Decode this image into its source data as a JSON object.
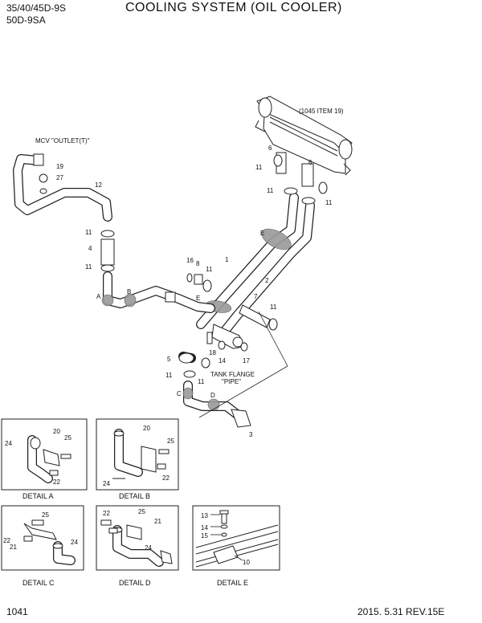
{
  "header": {
    "models": "35/40/45D-9S",
    "model2": "50D-9SA",
    "title": "COOLING SYSTEM (OIL COOLER)"
  },
  "footer": {
    "page": "1041",
    "revision": "2015. 5.31  REV.15E"
  },
  "notes": {
    "item19_ref": "(1045 ITEM 19)",
    "mcv": "MCV \"OUTLET(T)\"",
    "tank_flange": "TANK FLANGE",
    "pipe": "\"PIPE\""
  },
  "callouts": {
    "n1": "1",
    "n2": "2",
    "n3": "3",
    "n4": "4",
    "n5": "5",
    "n6": "6",
    "n7": "7",
    "n8": "8",
    "n10": "10",
    "n11": "11",
    "n12": "12",
    "n13": "13",
    "n14": "14",
    "n15": "15",
    "n16": "16",
    "n17": "17",
    "n18": "18",
    "n19": "19",
    "n20": "20",
    "n21": "21",
    "n22": "22",
    "n24": "24",
    "n25": "25",
    "n27": "27",
    "A": "A",
    "B": "B",
    "C": "C",
    "D": "D",
    "E": "E"
  },
  "details": {
    "a": "DETAIL A",
    "b": "DETAIL B",
    "c": "DETAIL C",
    "d": "DETAIL D",
    "e": "DETAIL E"
  }
}
